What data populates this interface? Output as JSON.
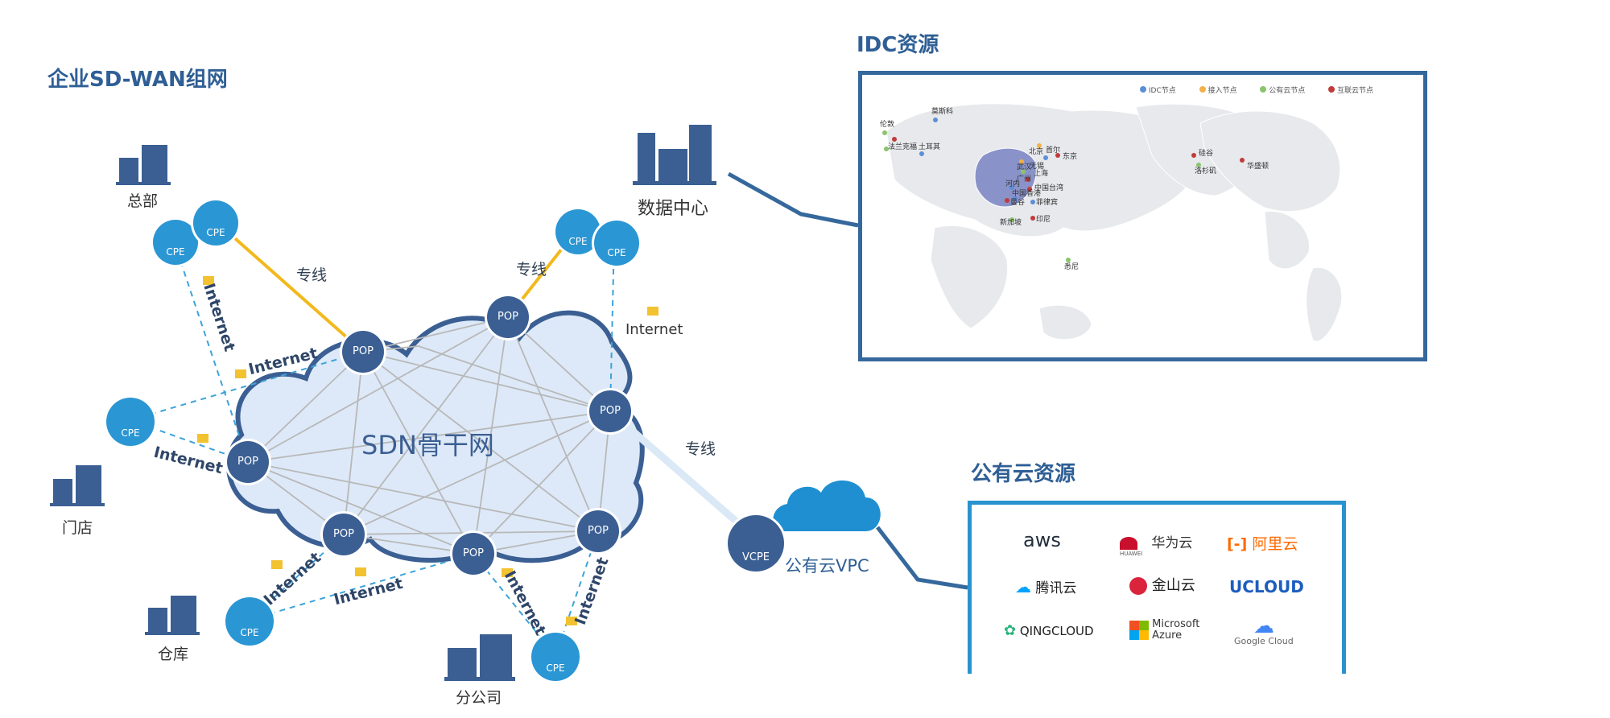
{
  "titles": {
    "sdwan": "企业SD-WAN组网",
    "idc": "IDC资源",
    "public_cloud": "公有云资源"
  },
  "sites": {
    "hq": "总部",
    "store": "门店",
    "warehouse": "仓库",
    "branch": "分公司",
    "datacenter": "数据中心",
    "vpc": "公有云VPC"
  },
  "backbone": {
    "label": "SDN骨干网",
    "pop_label": "POP"
  },
  "devices": {
    "cpe": "CPE",
    "vcpe": "VCPE"
  },
  "links": {
    "dedicated": "专线",
    "internet": "Internet"
  },
  "map": {
    "legend": [
      "IDC节点",
      "接入节点",
      "公有云节点",
      "互联云节点"
    ],
    "cities": [
      "莫斯科",
      "伦敦",
      "法兰克福",
      "土耳其",
      "北京",
      "首尔",
      "东京",
      "武汉",
      "无锡",
      "上海",
      "广州",
      "河内",
      "中国台湾",
      "中国香港",
      "曼谷",
      "菲律宾",
      "新加坡",
      "印尼",
      "悉尼",
      "硅谷",
      "洛杉矶",
      "华盛顿"
    ]
  },
  "clouds": {
    "aws": "aws",
    "huawei": "华为云",
    "huawei_small": "HUAWEI",
    "aliyun": "阿里云",
    "tencent": "腾讯云",
    "kingsoft": "金山云",
    "ucloud": "UCLOUD",
    "qingcloud": "QINGCLOUD",
    "azure_line1": "Microsoft",
    "azure_line2": "Azure",
    "google": "Google Cloud"
  },
  "colors": {
    "title_blue": "#2f5f95",
    "cpe_blue": "#2a96d4",
    "pop_navy": "#3b5f93",
    "dedicated_line": "#f2b91e",
    "internet_line": "#3da3d9",
    "map_border": "#35689c",
    "cloud_border": "#2a93cf",
    "china_fill": "#8a93c9"
  }
}
